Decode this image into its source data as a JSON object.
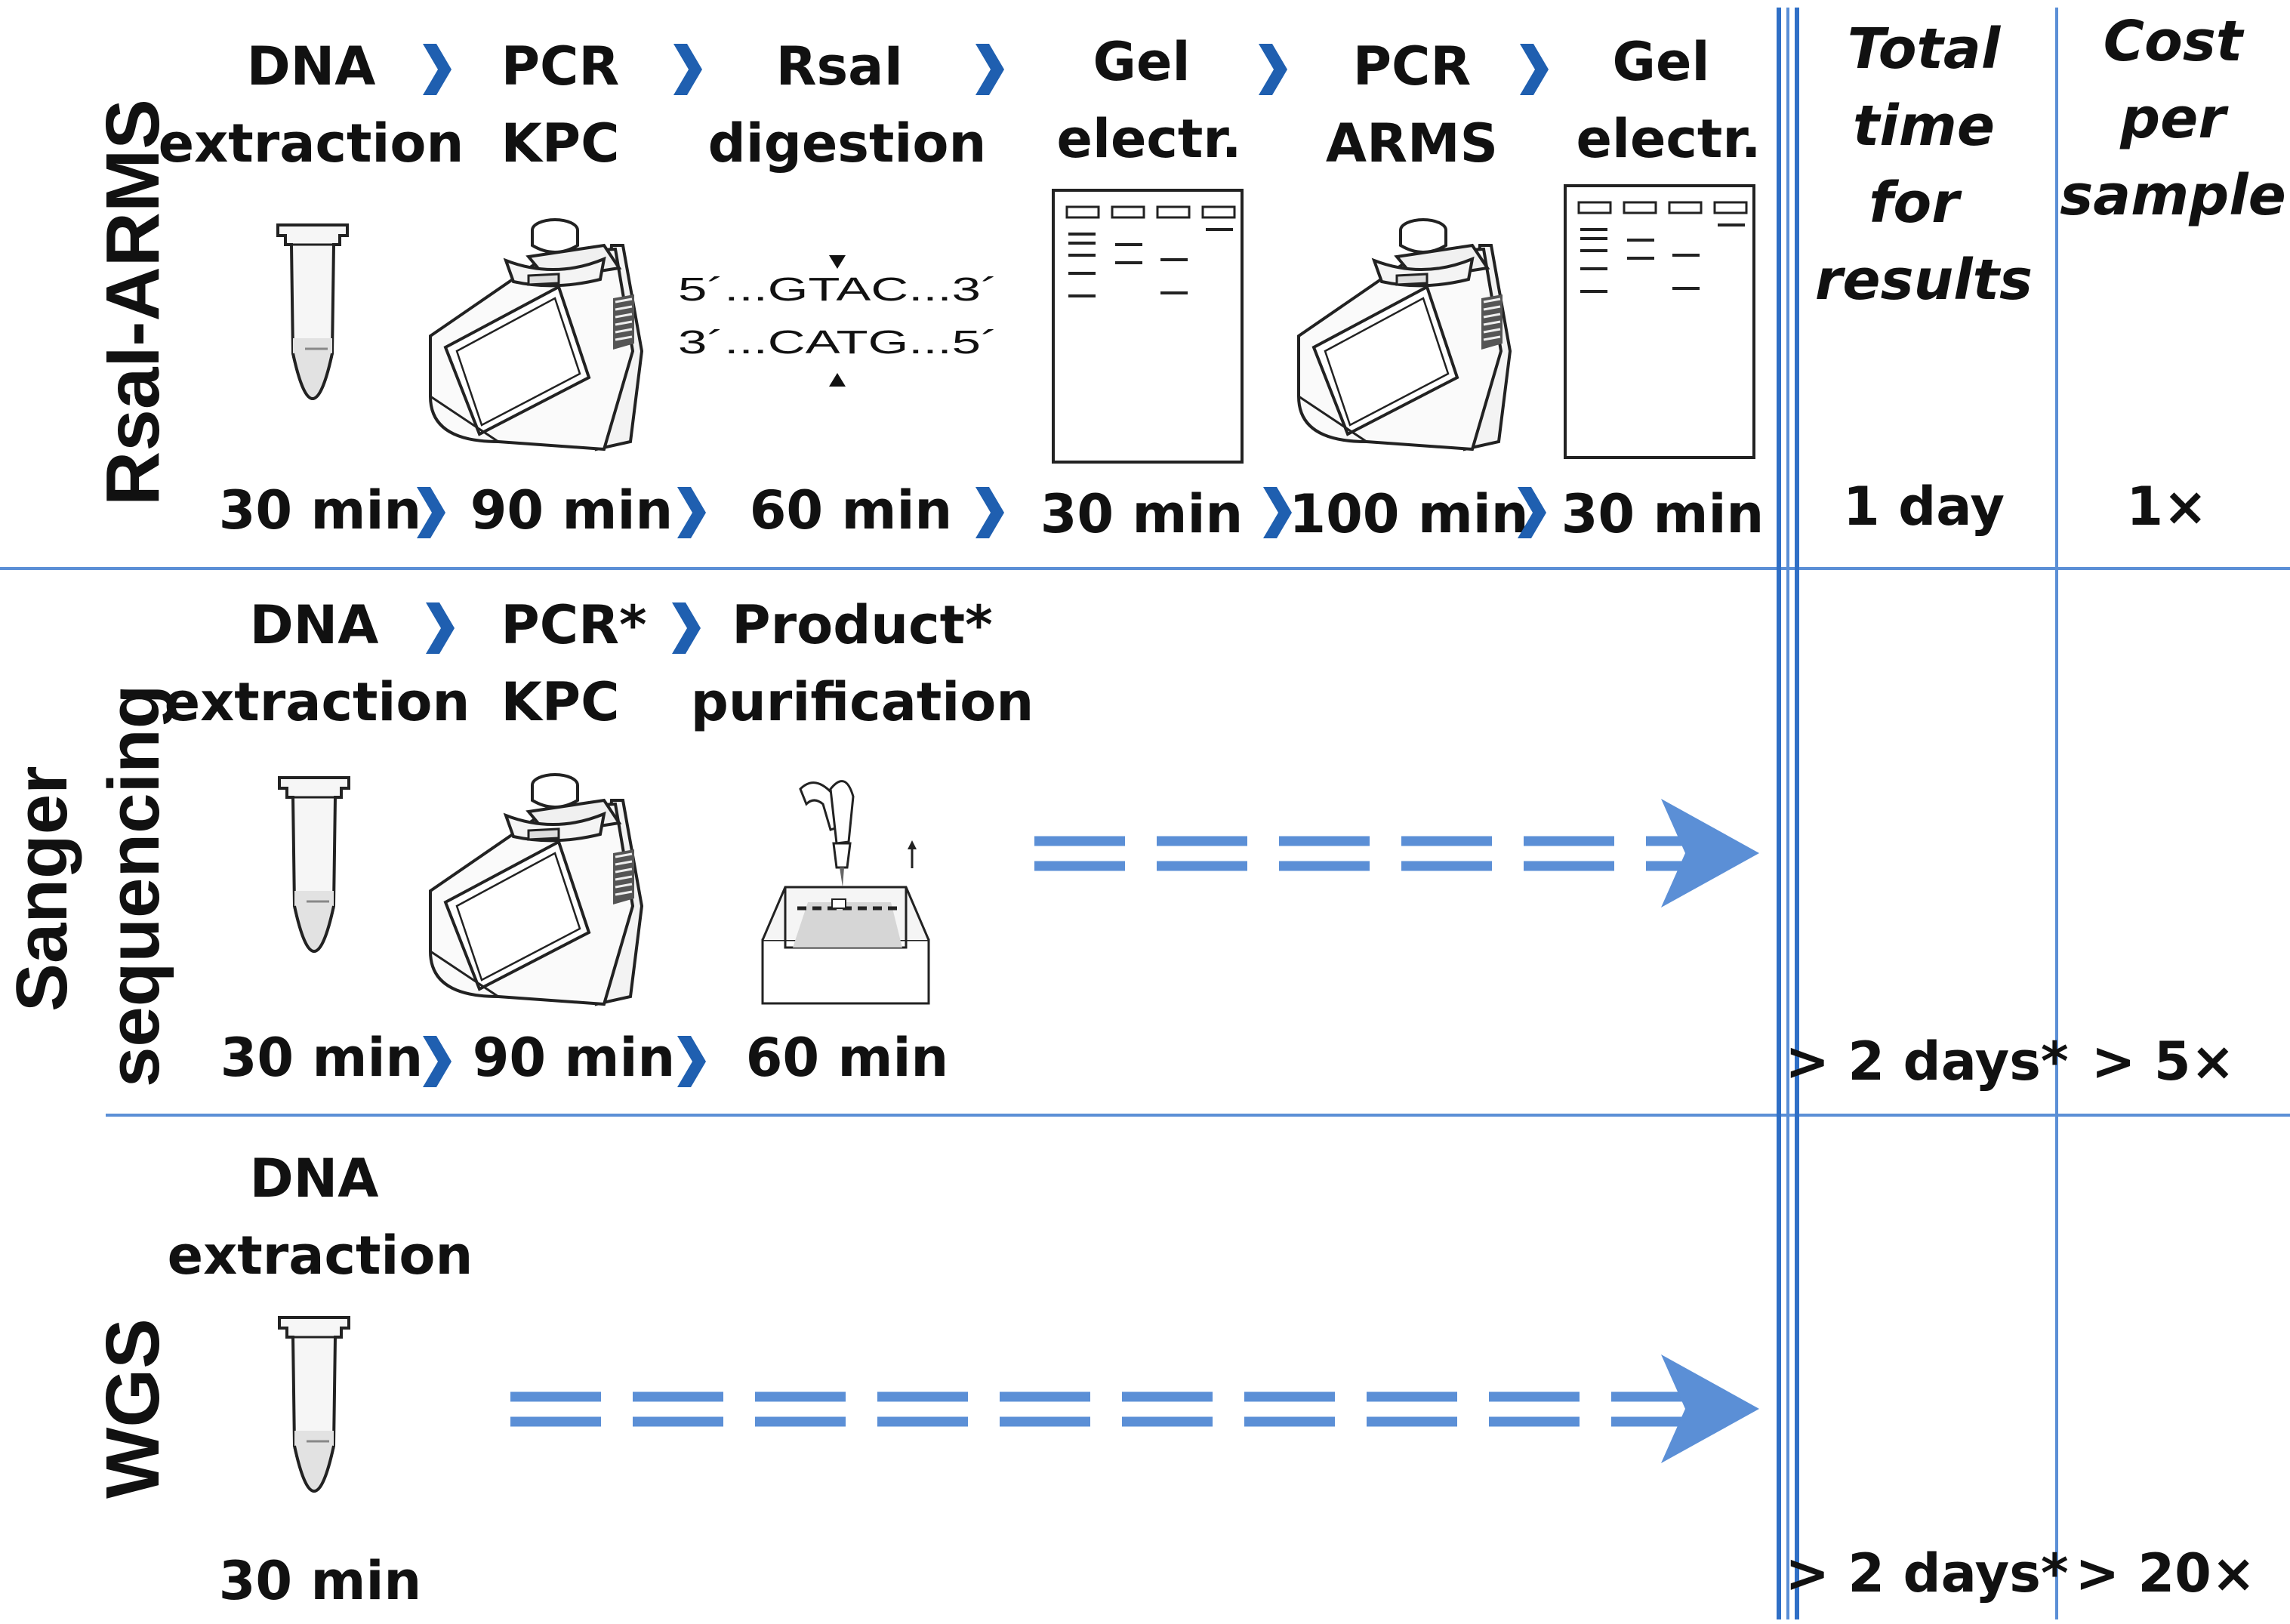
{
  "rows": [
    {
      "label": "RsaI-ARMS",
      "steps": [
        {
          "lines": [
            "DNA",
            "extraction"
          ],
          "time": "30 min",
          "icon": "tube-icon"
        },
        {
          "lines": [
            "PCR",
            "KPC"
          ],
          "time": "90 min",
          "icon": "thermocycler-icon"
        },
        {
          "lines": [
            "RsaI",
            "digestion"
          ],
          "time": "60 min",
          "icon": "restriction-site-icon"
        },
        {
          "lines": [
            "Gel",
            "electr."
          ],
          "time": "30 min",
          "icon": "gel-icon"
        },
        {
          "lines": [
            "PCR",
            "ARMS"
          ],
          "time": "100 min",
          "icon": "thermocycler-icon"
        },
        {
          "lines": [
            "Gel",
            "electr."
          ],
          "time": "30 min",
          "icon": "gel-icon"
        }
      ],
      "total_time": "1 day",
      "cost": "1×"
    },
    {
      "label_lines": [
        "Sanger",
        "sequencing"
      ],
      "steps": [
        {
          "lines": [
            "DNA",
            "extraction"
          ],
          "time": "30 min",
          "icon": "tube-icon"
        },
        {
          "lines": [
            "PCR*",
            "KPC"
          ],
          "time": "90 min",
          "icon": "thermocycler-icon"
        },
        {
          "lines": [
            "Product*",
            "purification"
          ],
          "time": "60 min",
          "icon": "purification-icon"
        }
      ],
      "total_time": "> 2 days*",
      "cost": "> 5×"
    },
    {
      "label": "WGS",
      "steps": [
        {
          "lines": [
            "DNA",
            "extraction"
          ],
          "time": "30 min",
          "icon": "tube-icon"
        }
      ],
      "total_time": "> 2 days*",
      "cost": "> 20×"
    }
  ],
  "columns": {
    "total_time": [
      "Total",
      "time",
      "for",
      "results"
    ],
    "cost": [
      "Cost",
      "per",
      "sample"
    ]
  },
  "sequence": {
    "top": "5´...GTAC...3´",
    "bottom": "3´...CATG...5´"
  },
  "colors": {
    "accent": "#1f5fb0",
    "divider": "#5b8fd6",
    "arrow": "#5b8fd6",
    "text": "#111111"
  }
}
